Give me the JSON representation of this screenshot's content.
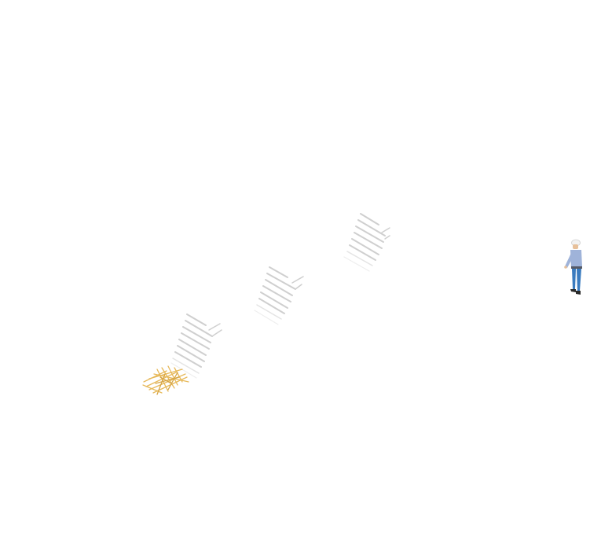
{
  "scene": {
    "background": "#ffffff",
    "objects": [
      {
        "name": "stacked-sheet-pile",
        "icon": "paper-stack-icon",
        "color": "#d9d9d9"
      },
      {
        "name": "stacked-sheet-pile",
        "icon": "paper-stack-icon",
        "color": "#d9d9d9"
      },
      {
        "name": "stacked-sheet-pile",
        "icon": "paper-stack-icon",
        "color": "#d9d9d9"
      },
      {
        "name": "straw-pile",
        "icon": "straw-icon",
        "color": "#e7b95a"
      },
      {
        "name": "worker",
        "icon": "worker-hardhat-icon",
        "colors": {
          "helmet": "#f2f2f2",
          "shirt": "#9fb3d9",
          "pants": "#3a7bbf",
          "boots": "#2a2a2a"
        }
      }
    ]
  }
}
